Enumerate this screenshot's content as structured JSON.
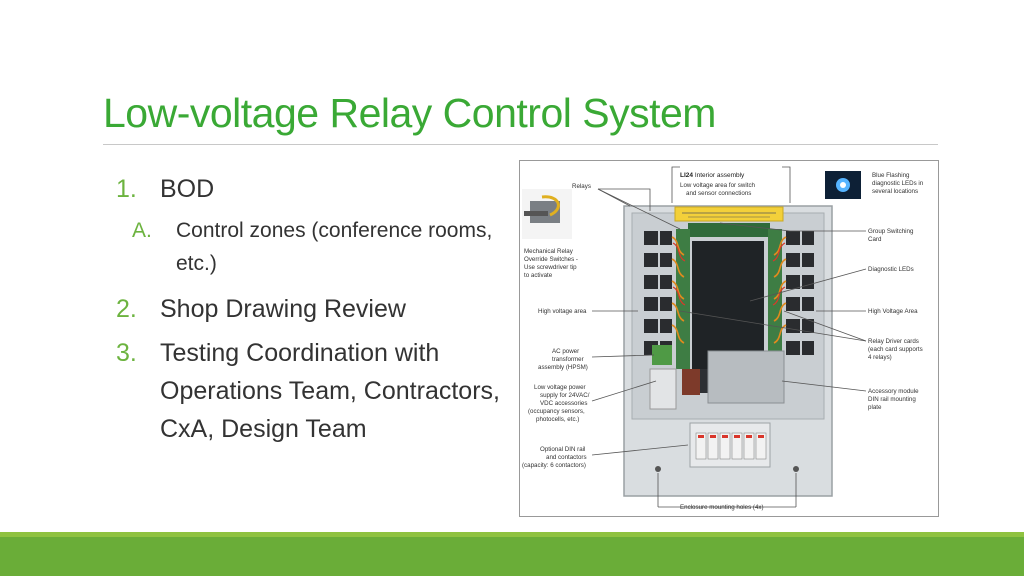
{
  "slide": {
    "title": "Low-voltage Relay Control System",
    "items": [
      {
        "num": "1.",
        "text": "BOD",
        "sub": [
          {
            "num": "A.",
            "text": "Control zones (conference rooms, etc.)"
          }
        ]
      },
      {
        "num": "2.",
        "text": "Shop Drawing Review"
      },
      {
        "num": "3.",
        "text": "Testing Coordination with Operations Team, Contractors, CxA, Design Team"
      }
    ],
    "colors": {
      "title": "#3aa935",
      "numbers": "#6cb33f",
      "footer": "#6aad38"
    }
  },
  "figure": {
    "header_bold": "LI24",
    "header_rest": " Interior assembly",
    "header_line2": "Low voltage area for switch",
    "header_line3": "and sensor connections",
    "labels": {
      "relays": "Relays",
      "mech1": "Mechanical Relay",
      "mech2": "Override Switches -",
      "mech3": "Use screwdriver tip",
      "mech4": "to activate",
      "blue1": "Blue Flashing",
      "blue2": "diagnostic LEDs in",
      "blue3": "several locations",
      "group1": "Group Switching",
      "group2": "Card",
      "diag": "Diagnostic LEDs",
      "hv_left": "High voltage area",
      "hv_right": "High Voltage Area",
      "relay1": "Relay Driver cards",
      "relay2": "(each card supports",
      "relay3": "4 relays)",
      "ac1": "AC power",
      "ac2": "transformer",
      "ac3": "assembly (HPSM)",
      "lv1": "Low voltage power",
      "lv2": "supply for 24VAC/",
      "lv3": "VDC accessories",
      "lv4": "(occupancy sensors,",
      "lv5": "photocells, etc.)",
      "acc1": "Accessory module",
      "acc2": "DIN rail mounting",
      "acc3": "plate",
      "din1": "Optional DIN rail",
      "din2": "and contactors",
      "din3": "(capacity: 6 contactors)",
      "holes": "Enclosure mounting holes (4x)"
    }
  }
}
